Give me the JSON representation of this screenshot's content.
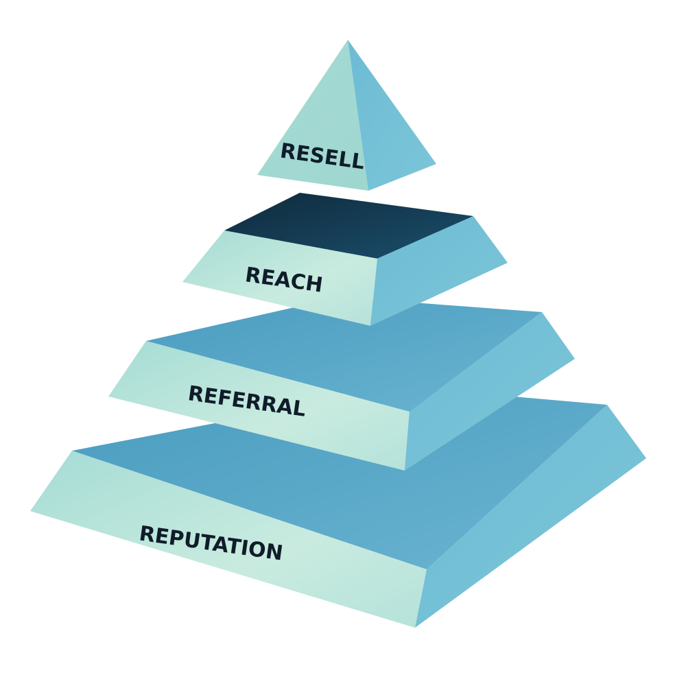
{
  "tiers": [
    {
      "label": "RESELL"
    },
    {
      "label": "REACH"
    },
    {
      "label": "REFERRAL"
    },
    {
      "label": "REPUTATION"
    }
  ]
}
